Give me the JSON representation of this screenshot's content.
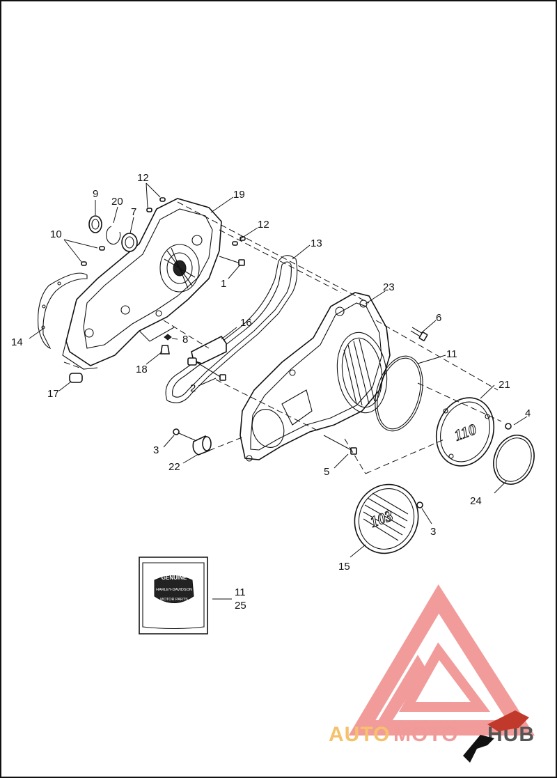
{
  "callouts": {
    "c1": "1",
    "c2": "2",
    "c3a": "3",
    "c3b": "3",
    "c4": "4",
    "c5": "5",
    "c6": "6",
    "c7": "7",
    "c8": "8",
    "c9": "9",
    "c10": "10",
    "c11a": "11",
    "c11b": "11",
    "c12a": "12",
    "c12b": "12",
    "c13": "13",
    "c14": "14",
    "c15": "15",
    "c16": "16",
    "c17": "17",
    "c18": "18",
    "c19": "19",
    "c20": "20",
    "c21": "21",
    "c22": "22",
    "c23": "23",
    "c24": "24",
    "c25": "25"
  },
  "derby_cover_left": {
    "numerals": "110"
  },
  "derby_cover_right": {
    "numerals": "103"
  },
  "kit_package": {
    "badge_top": "GENUINE",
    "badge_middle": "HARLEY-DAVIDSON",
    "badge_bottom": "MOTOR PARTS"
  },
  "watermark": {
    "part1": "AUTO",
    "part2": "MOTO",
    "part3": "HUB",
    "colors": {
      "auto": "#f5c16a",
      "moto": "#f19a9a",
      "hub": "#555555",
      "triangle": "#f08a8a"
    }
  }
}
